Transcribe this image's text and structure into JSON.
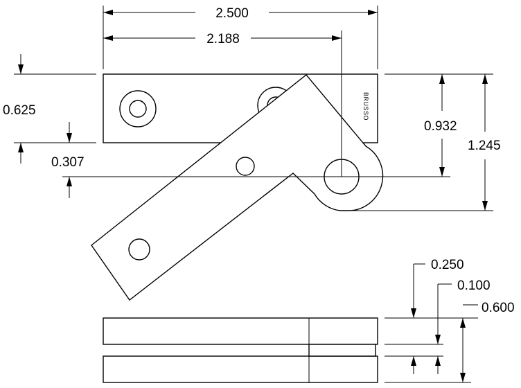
{
  "drawing": {
    "brand_mark": "BRUSSO",
    "dimensions": {
      "overall_length": "2.500",
      "pivot_distance": "2.188",
      "leaf_height": "0.625",
      "pivot_offset": "0.307",
      "pivot_to_top": "0.932",
      "overall_height": "1.245",
      "leaf_thickness": "0.250",
      "gap": "0.100",
      "total_thickness": "0.600"
    }
  }
}
